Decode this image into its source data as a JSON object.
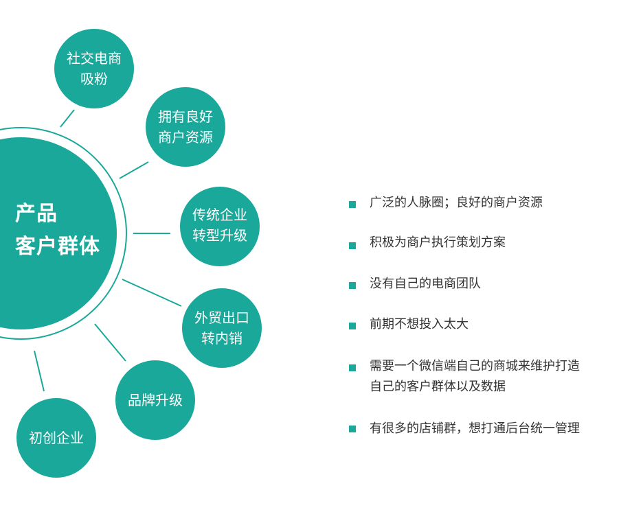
{
  "colors": {
    "accent": "#1aa89a",
    "text_on_accent": "#ffffff",
    "body_text": "#333333"
  },
  "hub": {
    "title_lines": [
      "产品",
      "客户群体"
    ]
  },
  "nodes": [
    {
      "id": "social-ecommerce",
      "lines": [
        "社交电商",
        "吸粉"
      ]
    },
    {
      "id": "merchant-resources",
      "lines": [
        "拥有良好",
        "商户资源"
      ]
    },
    {
      "id": "traditional-enterprise",
      "lines": [
        "传统企业",
        "转型升级"
      ]
    },
    {
      "id": "foreign-trade",
      "lines": [
        "外贸出口",
        "转内销"
      ]
    },
    {
      "id": "brand-upgrade",
      "lines": [
        "品牌升级"
      ]
    },
    {
      "id": "startup",
      "lines": [
        "初创企业"
      ]
    }
  ],
  "bullets": [
    {
      "lines": [
        "广泛的人脉圈；良好的商户资源"
      ]
    },
    {
      "lines": [
        "积极为商户执行策划方案"
      ]
    },
    {
      "lines": [
        "没有自己的电商团队"
      ]
    },
    {
      "lines": [
        "前期不想投入太大"
      ]
    },
    {
      "lines": [
        "需要一个微信端自己的商城来维护打造",
        "自己的客户群体以及数据"
      ]
    },
    {
      "lines": [
        "有很多的店铺群，想打通后台统一管理"
      ]
    }
  ]
}
